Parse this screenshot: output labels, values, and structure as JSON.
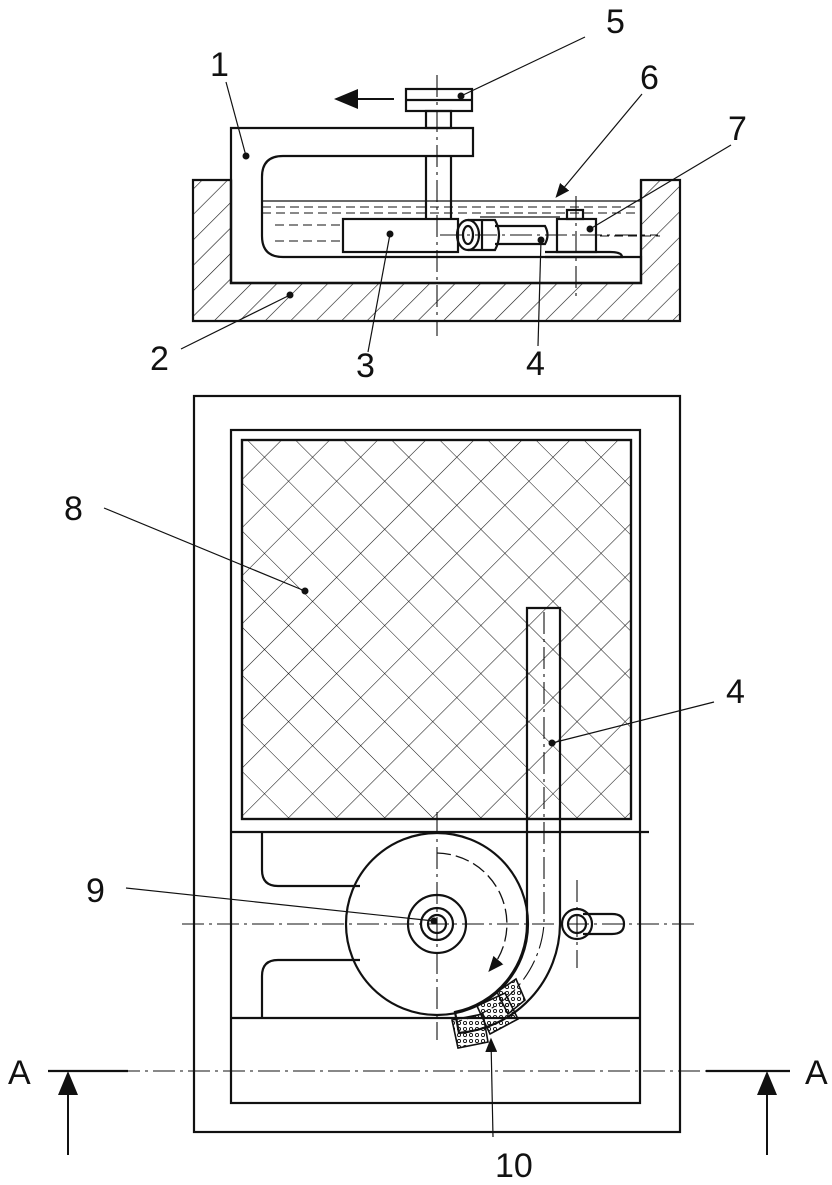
{
  "labels": {
    "l1": "1",
    "l2": "2",
    "l3": "3",
    "l4_top": "4",
    "l5": "5",
    "l6": "6",
    "l7": "7",
    "l8": "8",
    "l4_bottom": "4",
    "l9": "9",
    "l10": "10",
    "section_left": "A",
    "section_right": "A"
  }
}
